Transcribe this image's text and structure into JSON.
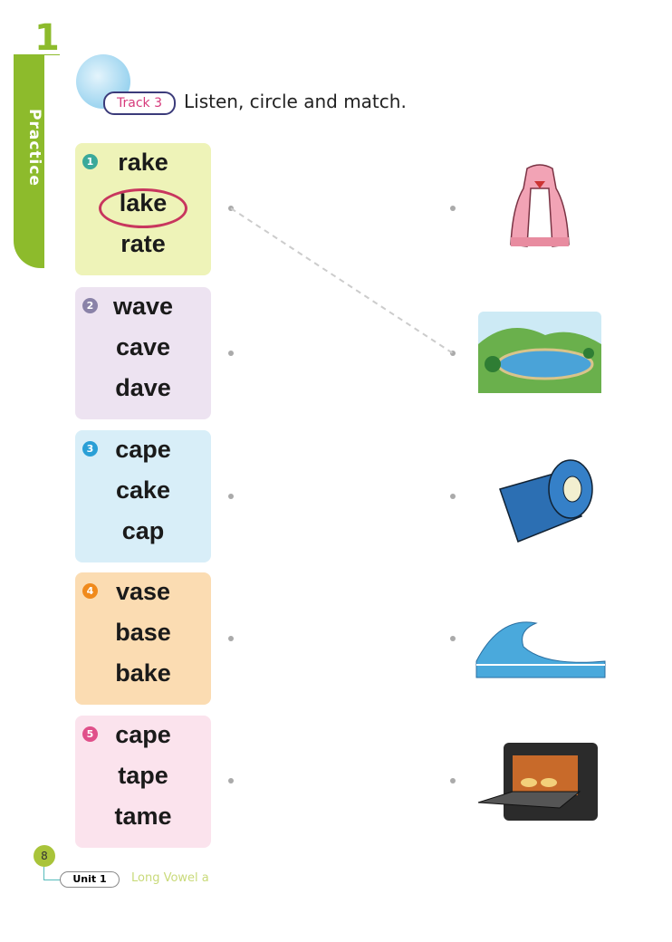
{
  "unit_number": "1",
  "section_tab": "Practice",
  "track_label": "Track 3",
  "instruction": "Listen, circle and match.",
  "items": [
    {
      "number": "1",
      "words": [
        "rake",
        "lake",
        "rate"
      ],
      "circled": "lake",
      "bg": "#eef3b8",
      "badge": "#3aa99a"
    },
    {
      "number": "2",
      "words": [
        "wave",
        "cave",
        "dave"
      ],
      "bg": "#ede3f1",
      "badge": "#8a82a8"
    },
    {
      "number": "3",
      "words": [
        "cape",
        "cake",
        "cap"
      ],
      "bg": "#d8eef8",
      "badge": "#2a9fd6"
    },
    {
      "number": "4",
      "words": [
        "vase",
        "base",
        "bake"
      ],
      "bg": "#fbdcb2",
      "badge": "#f08a1c"
    },
    {
      "number": "5",
      "words": [
        "cape",
        "tape",
        "tame"
      ],
      "bg": "#fbe3ed",
      "badge": "#e0508a"
    }
  ],
  "pictures": [
    "cape-picture",
    "lake-picture",
    "tape-picture",
    "wave-picture",
    "oven-picture"
  ],
  "footer": {
    "page": "8",
    "unit": "Unit 1",
    "topic": "Long Vowel a"
  }
}
